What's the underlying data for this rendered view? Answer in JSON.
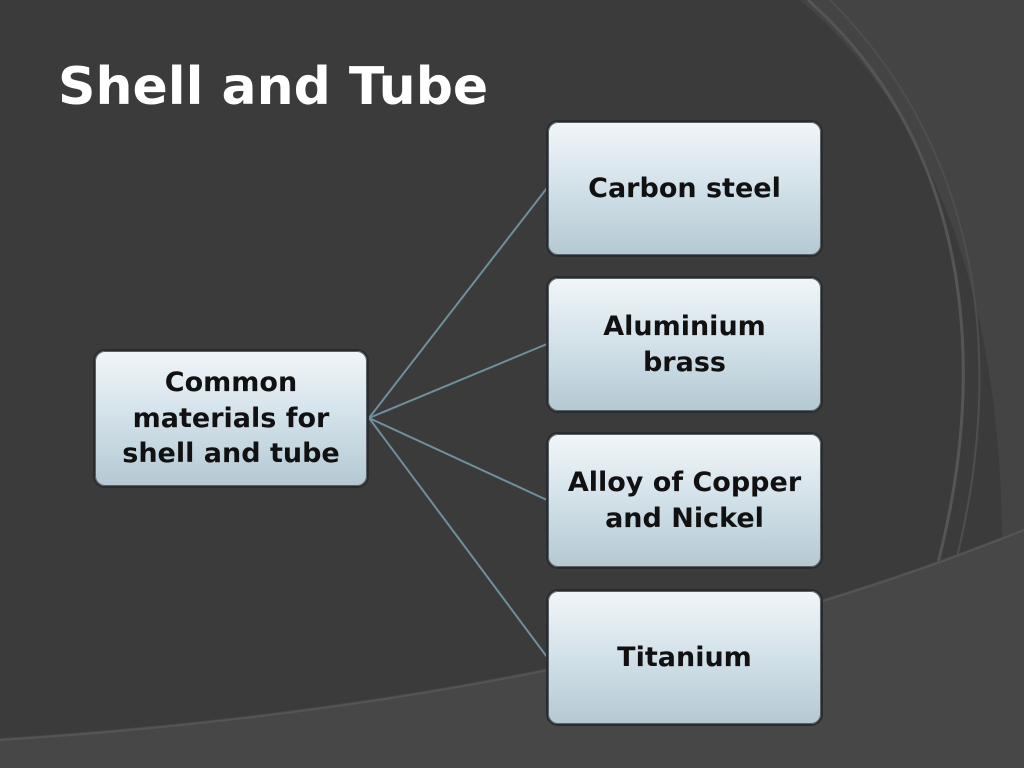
{
  "slide": {
    "title": "Shell and Tube"
  },
  "diagram": {
    "root": {
      "label": "Common materials for shell and tube"
    },
    "children": [
      {
        "label": "Carbon steel"
      },
      {
        "label": "Aluminium brass"
      },
      {
        "label": "Alloy of Copper and Nickel"
      },
      {
        "label": "Titanium"
      }
    ]
  },
  "colors": {
    "background": "#3b3b3b",
    "background_arc": "#4a4a4a",
    "title_text": "#ffffff",
    "node_fill_top": "#f1f6f9",
    "node_fill_bottom": "#b4c9d3",
    "node_text": "#111111",
    "connector": "#6f8f9c"
  }
}
